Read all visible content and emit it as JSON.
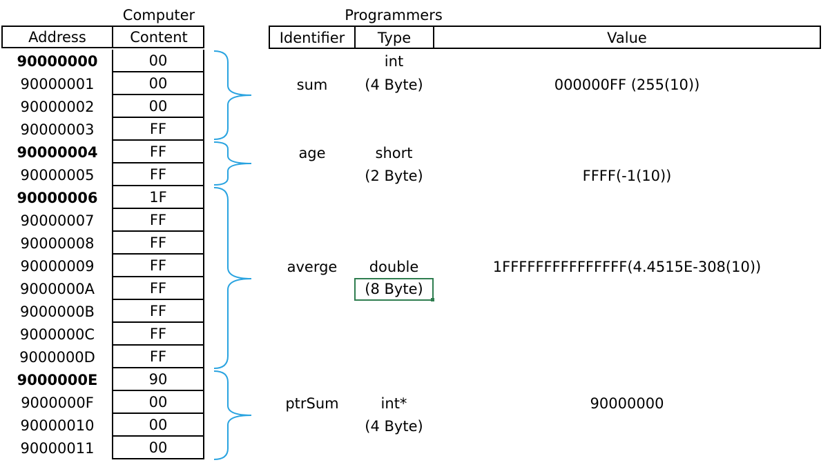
{
  "titles": {
    "computer": "Computer",
    "programmers": "Programmers"
  },
  "memory_table": {
    "headers": {
      "address": "Address",
      "content": "Content"
    },
    "rows": [
      {
        "address": "90000000",
        "content": "00",
        "bold": true
      },
      {
        "address": "90000001",
        "content": "00",
        "bold": false
      },
      {
        "address": "90000002",
        "content": "00",
        "bold": false
      },
      {
        "address": "90000003",
        "content": "FF",
        "bold": false
      },
      {
        "address": "90000004",
        "content": "FF",
        "bold": true
      },
      {
        "address": "90000005",
        "content": "FF",
        "bold": false
      },
      {
        "address": "90000006",
        "content": "1F",
        "bold": true
      },
      {
        "address": "90000007",
        "content": "FF",
        "bold": false
      },
      {
        "address": "90000008",
        "content": "FF",
        "bold": false
      },
      {
        "address": "90000009",
        "content": "FF",
        "bold": false
      },
      {
        "address": "9000000A",
        "content": "FF",
        "bold": false
      },
      {
        "address": "9000000B",
        "content": "FF",
        "bold": false
      },
      {
        "address": "9000000C",
        "content": "FF",
        "bold": false
      },
      {
        "address": "9000000D",
        "content": "FF",
        "bold": false
      },
      {
        "address": "9000000E",
        "content": "90",
        "bold": true
      },
      {
        "address": "9000000F",
        "content": "00",
        "bold": false
      },
      {
        "address": "90000010",
        "content": "00",
        "bold": false
      },
      {
        "address": "90000011",
        "content": "00",
        "bold": false
      }
    ]
  },
  "variables_table": {
    "headers": {
      "identifier": "Identifier",
      "type": "Type",
      "value": "Value"
    },
    "variables": [
      {
        "identifier": "sum",
        "type": "int",
        "size": "(4 Byte)",
        "value": "000000FF (255(10))"
      },
      {
        "identifier": "age",
        "type": "short",
        "size": "(2 Byte)",
        "value": "FFFF(-1(10))"
      },
      {
        "identifier": "averge",
        "type": "double",
        "size": "(8 Byte)",
        "value": "1FFFFFFFFFFFFFFF(4.4515E-308(10))"
      },
      {
        "identifier": "ptrSum",
        "type": "int*",
        "size": "(4 Byte)",
        "value": "90000000"
      }
    ]
  },
  "colors": {
    "brace": "#29a3e0",
    "selection": "#2e7d4f",
    "grid": "#000000"
  }
}
